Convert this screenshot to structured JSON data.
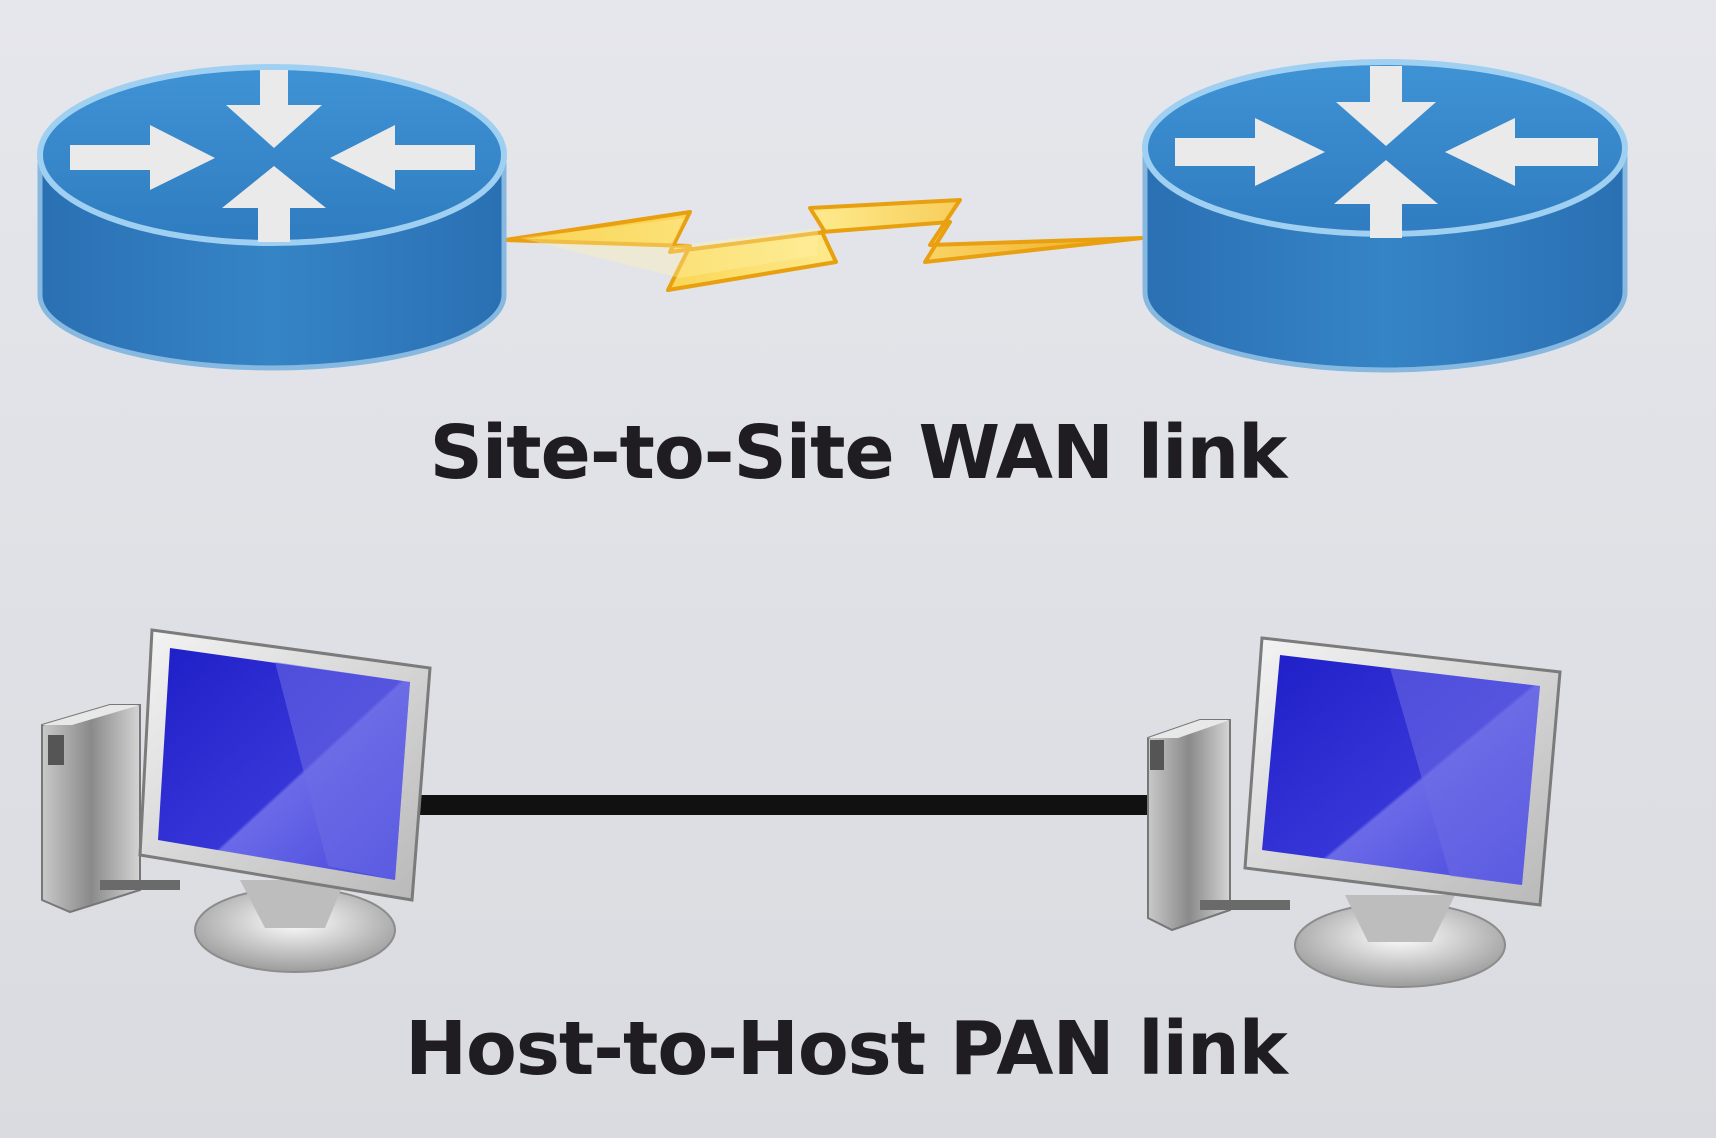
{
  "wan": {
    "caption": "Site-to-Site WAN link",
    "left_device_icon": "router-icon",
    "right_device_icon": "router-icon",
    "link_icon": "serial-lightning-link",
    "router_color": "#2f7cc0",
    "link_color": "#f2b21c"
  },
  "pan": {
    "caption": "Host-to-Host PAN link",
    "left_device_icon": "workstation-icon",
    "right_device_icon": "workstation-icon",
    "link_icon": "cable-line",
    "screen_color": "#2f2fd0",
    "link_color": "#111111"
  }
}
